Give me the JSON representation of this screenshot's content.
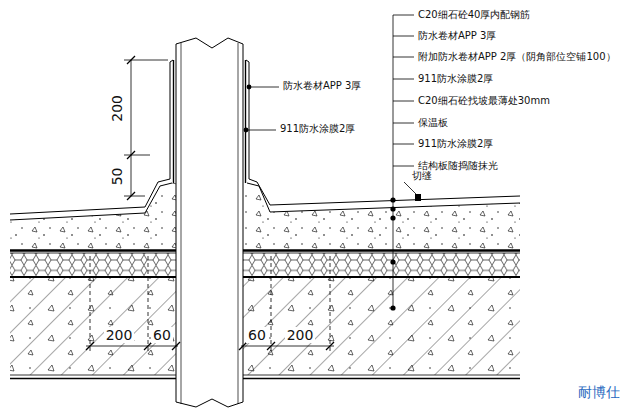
{
  "diagram": {
    "labels": [
      "C20细石砼40厚内配钢筋",
      "防水卷材APP 3厚",
      "附加防水卷材APP 2厚（阴角部位空铺100）",
      "911防水涂膜2厚",
      "C20细石砼找坡最薄处30mm",
      "保温板",
      "911防水涂膜2厚",
      "结构板随捣随抹光",
      "切缝",
      "防水卷材APP 3厚",
      "911防水涂膜2厚",
      "200",
      "50",
      "200",
      "60",
      "60",
      "200",
      "耐博仕"
    ]
  }
}
